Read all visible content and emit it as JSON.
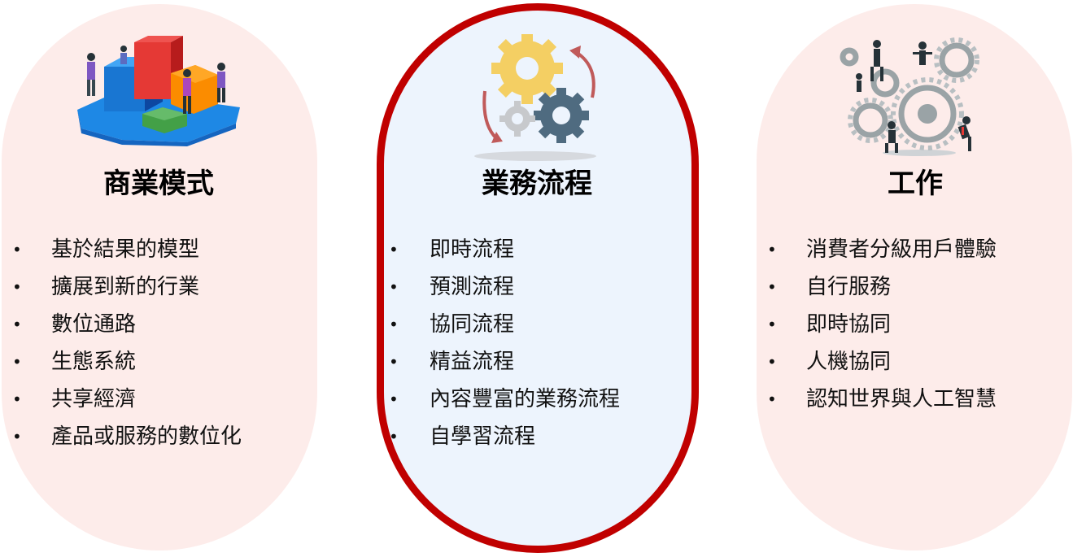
{
  "columns": [
    {
      "title": "商業模式",
      "items": [
        "基於結果的模型",
        "擴展到新的行業",
        "數位通路",
        "生態系統",
        "共享經濟",
        "產品或服務的數位化"
      ]
    },
    {
      "title": "業務流程",
      "items": [
        "即時流程",
        "預測流程",
        "協同流程",
        "精益流程",
        "內容豐富的業務流程",
        "自學習流程"
      ]
    },
    {
      "title": "工作",
      "items": [
        "消費者分級用戶體驗",
        "自行服務",
        "即時協同",
        "人機協同",
        "認知世界與人工智慧"
      ]
    }
  ],
  "bullet_glyph": "•",
  "colors": {
    "side_panel_fill": "#fdecea",
    "center_panel_fill": "#edf4fd",
    "center_panel_border": "#c00000"
  },
  "icons": [
    "puzzle-team-icon",
    "gears-cycle-icon",
    "people-gears-icon"
  ]
}
